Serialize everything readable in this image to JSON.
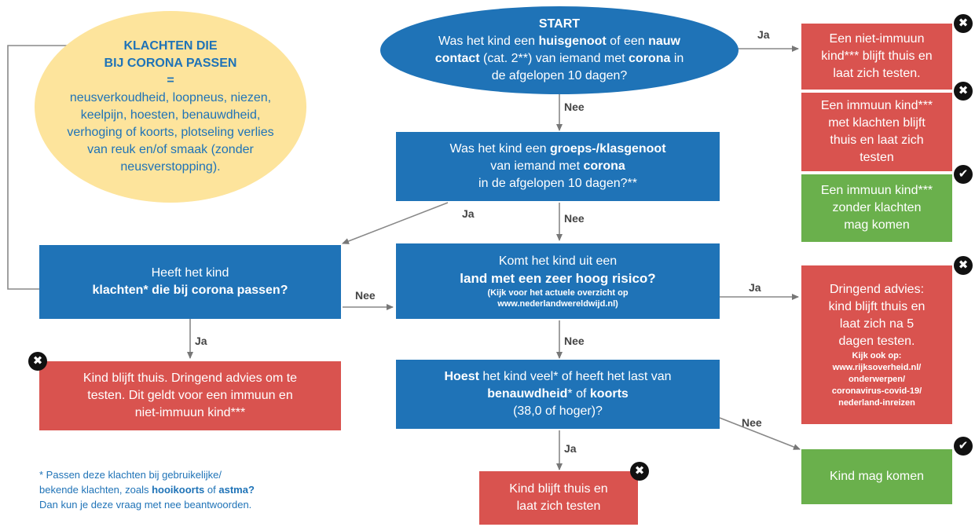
{
  "start": {
    "title": "START",
    "l1_a": "Was het kind een ",
    "l1_b": "huisgenoot",
    "l1_c": " of een ",
    "l1_d": "nauw",
    "l2_a": "contact",
    "l2_b": " (cat. 2**) van iemand met ",
    "l2_c": "corona",
    "l2_d": " in",
    "l3": "de afgelopen 10 dagen?"
  },
  "q_group": {
    "l1_a": "Was het kind een ",
    "l1_b": "groeps-/klasgenoot",
    "l2_a": "van iemand met ",
    "l2_b": "corona",
    "l3": "in de afgelopen 10 dagen?**"
  },
  "q_land": {
    "l1": "Komt het kind uit een",
    "l2": "land met een zeer hoog risico?",
    "l3": "(Kijk voor het actuele overzicht op",
    "l4": "www.nederlandwereldwijd.nl)"
  },
  "q_hoest": {
    "l1_a": "Hoest",
    "l1_b": " het kind veel* of heeft het last van",
    "l2_a": "benauwdheid",
    "l2_b": "* of ",
    "l2_c": "koorts",
    "l3": "(38,0 of hoger)?"
  },
  "q_klachten": {
    "l1": "Heeft het kind",
    "l2": "klachten* die bij corona passen?"
  },
  "symptoms": {
    "title1": "KLACHTEN DIE",
    "title2": "BIJ CORONA PASSEN",
    "eq": "=",
    "l1": "neusverkoudheid, loopneus, niezen,",
    "l2": "keelpijn, hoesten, benauwdheid,",
    "l3": "verhoging of koorts, plotseling verlies",
    "l4": "van reuk en/of smaak (zonder",
    "l5": "neusverstopping)."
  },
  "out_nonimmune": {
    "l1": "Een niet-immuun",
    "l2": "kind*** blijft thuis en",
    "l3": "laat zich testen."
  },
  "out_immune_symptoms": {
    "l1": "Een immuun kind***",
    "l2": "met klachten blijft",
    "l3": "thuis en laat zich",
    "l4": "testen"
  },
  "out_immune_ok": {
    "l1": "Een immuun kind***",
    "l2": "zonder klachten",
    "l3": "mag komen"
  },
  "out_land": {
    "l1": "Dringend advies:",
    "l2": "kind blijft thuis en",
    "l3": "laat zich na 5",
    "l4": "dagen testen.",
    "s1": "Kijk ook op:",
    "s2": "www.rijksoverheid.nl/",
    "s3": "onderwerpen/",
    "s4": "coronavirus-covid-19/",
    "s5": "nederland-inreizen"
  },
  "out_klachten": {
    "l1": "Kind blijft thuis. Dringend advies om te",
    "l2": "testen. Dit geldt voor een immuun en",
    "l3": "niet-immuun kind***"
  },
  "out_hoest": {
    "l1": "Kind blijft thuis en",
    "l2": "laat zich testen"
  },
  "out_ok": {
    "l1": "Kind mag komen"
  },
  "labels": {
    "ja": "Ja",
    "nee": "Nee"
  },
  "footnote": {
    "l1": "* Passen deze klachten bij gebruikelijke/",
    "l2_a": "bekende klachten, zoals ",
    "l2_b": "hooikoorts",
    "l2_c": " of ",
    "l2_d": "astma?",
    "l3": "Dan kun je deze vraag met nee beantwoorden."
  },
  "icons": {
    "cross": "✖",
    "check": "✔"
  },
  "colors": {
    "blue": "#1f73b7",
    "red": "#d9534f",
    "green": "#6ab04c",
    "yellow": "#fde49c"
  }
}
